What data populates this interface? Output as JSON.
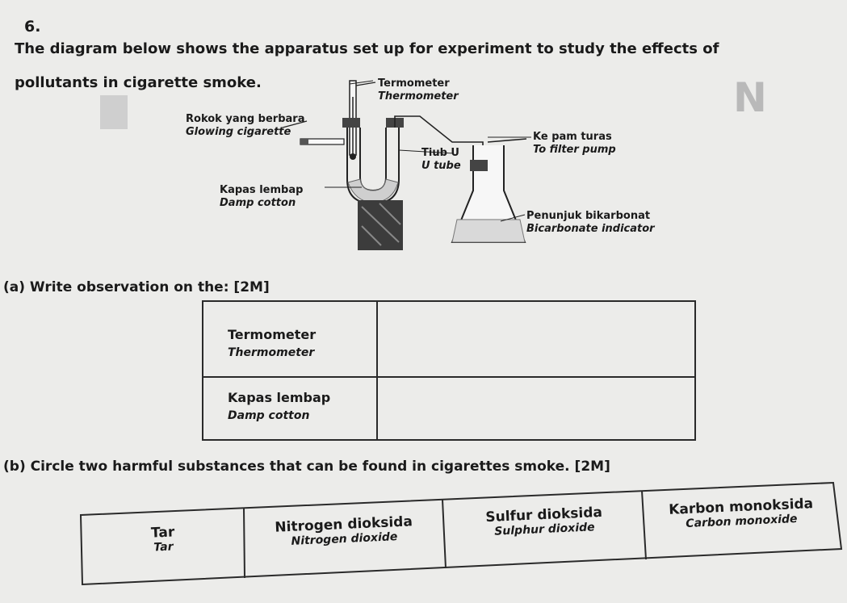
{
  "question_number": "6.",
  "intro": "The diagram below shows the apparatus set up for experiment to study the effects of pollutants in cigarette smoke.",
  "side_letter": "N",
  "diagram": {
    "thermometer": {
      "malay": "Termometer",
      "english": "Thermometer"
    },
    "cigarette": {
      "malay": "Rokok yang berbara",
      "english": "Glowing cigarette"
    },
    "u_tube": {
      "malay": "Tiub U",
      "english": "U tube"
    },
    "pump": {
      "malay": "Ke pam turas",
      "english": "To filter pump"
    },
    "cotton": {
      "malay": "Kapas lembap",
      "english": "Damp cotton"
    },
    "indicator": {
      "malay": "Penunjuk bikarbonat",
      "english": "Bicarbonate indicator"
    }
  },
  "part_a": {
    "prompt": "(a) Write observation on the: [2M]",
    "rows": [
      {
        "malay": "Termometer",
        "english": "Thermometer",
        "answer": ""
      },
      {
        "malay": "Kapas lembap",
        "english": "Damp cotton",
        "answer": ""
      }
    ]
  },
  "part_b": {
    "prompt": "(b) Circle two harmful substances that can be found in cigarettes smoke. [2M]",
    "options": [
      {
        "malay": "Tar",
        "english": "Tar"
      },
      {
        "malay": "Nitrogen dioksida",
        "english": "Nitrogen dioxide"
      },
      {
        "malay": "Sulfur dioksida",
        "english": "Sulphur dioxide"
      },
      {
        "malay": "Karbon monoksida",
        "english": "Carbon monoxide"
      }
    ]
  }
}
